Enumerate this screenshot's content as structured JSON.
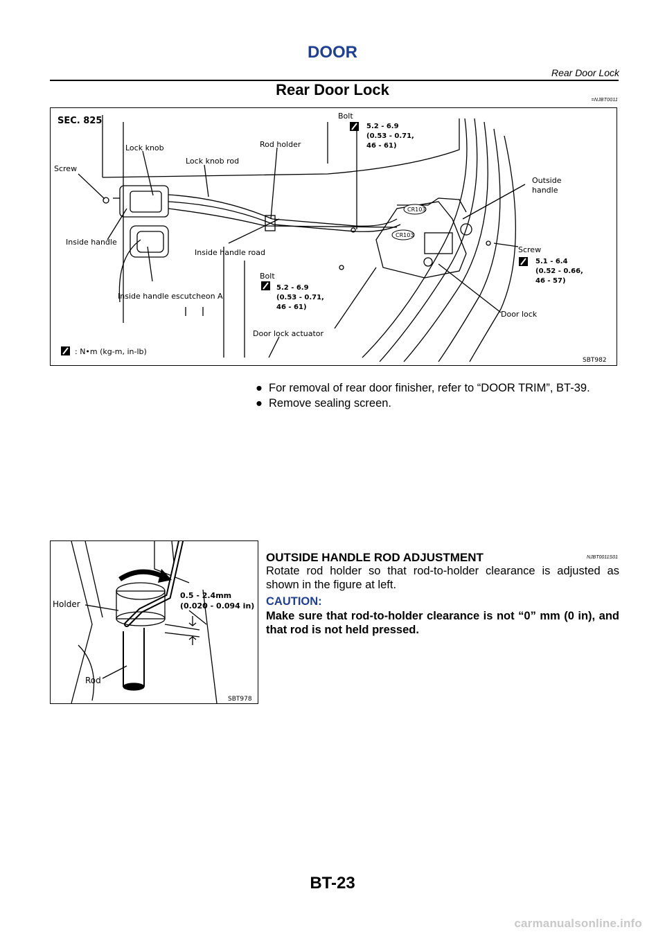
{
  "header": {
    "title": "DOOR",
    "subtitle": "Rear Door Lock"
  },
  "section": {
    "title": "Rear Door Lock",
    "ref": "=NJBT0011"
  },
  "figure1": {
    "sec": "SEC. 825",
    "code": "SBT982",
    "labels": {
      "screw_left": "Screw",
      "lock_knob": "Lock knob",
      "lock_knob_rod": "Lock knob rod",
      "rod_holder": "Rod holder",
      "bolt_top": "Bolt",
      "torque_top_1": "5.2 - 6.9",
      "torque_top_2": "(0.53 - 0.71,",
      "torque_top_3": "46 - 61)",
      "outside_handle_1": "Outside",
      "outside_handle_2": "handle",
      "inside_handle": "Inside handle",
      "inside_handle_road": "Inside handle road",
      "escutcheon": "Inside handle escutcheon A",
      "bolt_bottom": "Bolt",
      "torque_bot_1": "5.2 - 6.9",
      "torque_bot_2": "(0.53 - 0.71,",
      "torque_bot_3": "46 - 61)",
      "screw_right": "Screw",
      "torque_right_1": "5.1 - 6.4",
      "torque_right_2": "(0.52 - 0.66,",
      "torque_right_3": "46 - 57)",
      "door_lock": "Door lock",
      "door_lock_actuator": "Door lock actuator",
      "cr1": "CR103",
      "cr2": "CR103",
      "legend": ": N•m (kg-m, in-lb)"
    }
  },
  "bullets": [
    "For removal of rear door finisher, refer to “DOOR TRIM”, BT-39.",
    "Remove sealing screen."
  ],
  "bullet_symbol": "●",
  "figure2": {
    "code": "SBT978",
    "holder": "Holder",
    "rod": "Rod",
    "dim_1": "0.5 - 2.4mm",
    "dim_2": "(0.020 - 0.094 in)"
  },
  "adjustment": {
    "heading": "OUTSIDE HANDLE ROD ADJUSTMENT",
    "ref": "NJBT0011S01",
    "text": "Rotate rod holder so that rod-to-holder clearance is adjusted as shown in the figure at left.",
    "caution_label": "CAUTION:",
    "caution_text": "Make sure that rod-to-holder clearance is not “0” mm (0 in), and that rod is not held pressed."
  },
  "footer": {
    "page": "BT-23",
    "watermark": "carmanualsonline.info"
  },
  "colors": {
    "title_blue": "#1f3f8f",
    "watermark_gray": "#c8c8c8"
  }
}
